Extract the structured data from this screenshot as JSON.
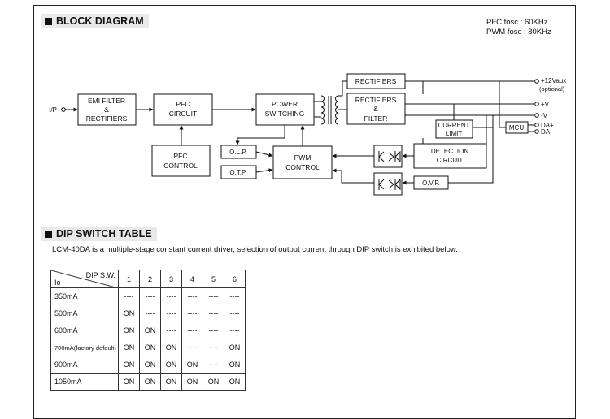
{
  "block_diagram": {
    "title": "BLOCK DIAGRAM",
    "freq_notes": [
      "PFC fosc : 60KHz",
      "PWM fosc : 80KHz"
    ],
    "input_label": "I/P",
    "blocks": {
      "emi": [
        "EMI FILTER",
        "&",
        "RECTIFIERS"
      ],
      "pfc_circuit": [
        "PFC",
        "CIRCUIT"
      ],
      "power_switching": [
        "POWER",
        "SWITCHING"
      ],
      "rectifiers_aux": "RECTIFIERS",
      "rectifiers_filter": [
        "RECTIFIERS",
        "&",
        "FILTER"
      ],
      "current_limit": [
        "CURRENT",
        "LIMIT"
      ],
      "mcu": "MCU",
      "pfc_control": [
        "PFC",
        "CONTROL"
      ],
      "olp": "O.L.P.",
      "otp": "O.T.P.",
      "pwm_control": [
        "PWM",
        "CONTROL"
      ],
      "detection": [
        "DETECTION",
        "CIRCUIT"
      ],
      "ovp": "O.V.P."
    },
    "outputs": {
      "aux": "+12Vaux",
      "aux_note": "(optional)",
      "pos": "+V",
      "neg": "-V",
      "da_pos": "DA+",
      "da_neg": "DA-"
    }
  },
  "dip_table": {
    "title": "DIP SWITCH TABLE",
    "description": "LCM-40DA is a multiple-stage constant current driver, selection of output current through DIP switch is exhibited below.",
    "header_top": "DIP S.W.",
    "header_left": "Io",
    "columns": [
      "1",
      "2",
      "3",
      "4",
      "5",
      "6"
    ],
    "rows": [
      {
        "io": "350mA",
        "values": [
          "----",
          "----",
          "----",
          "----",
          "----",
          "----"
        ]
      },
      {
        "io": "500mA",
        "values": [
          "ON",
          "----",
          "----",
          "----",
          "----",
          "----"
        ]
      },
      {
        "io": "600mA",
        "values": [
          "ON",
          "ON",
          "----",
          "----",
          "----",
          "----"
        ]
      },
      {
        "io": "700mA(factory default)",
        "values": [
          "ON",
          "ON",
          "ON",
          "----",
          "----",
          "ON"
        ]
      },
      {
        "io": "900mA",
        "values": [
          "ON",
          "ON",
          "ON",
          "ON",
          "----",
          "ON"
        ]
      },
      {
        "io": "1050mA",
        "values": [
          "ON",
          "ON",
          "ON",
          "ON",
          "ON",
          "ON"
        ]
      }
    ]
  }
}
